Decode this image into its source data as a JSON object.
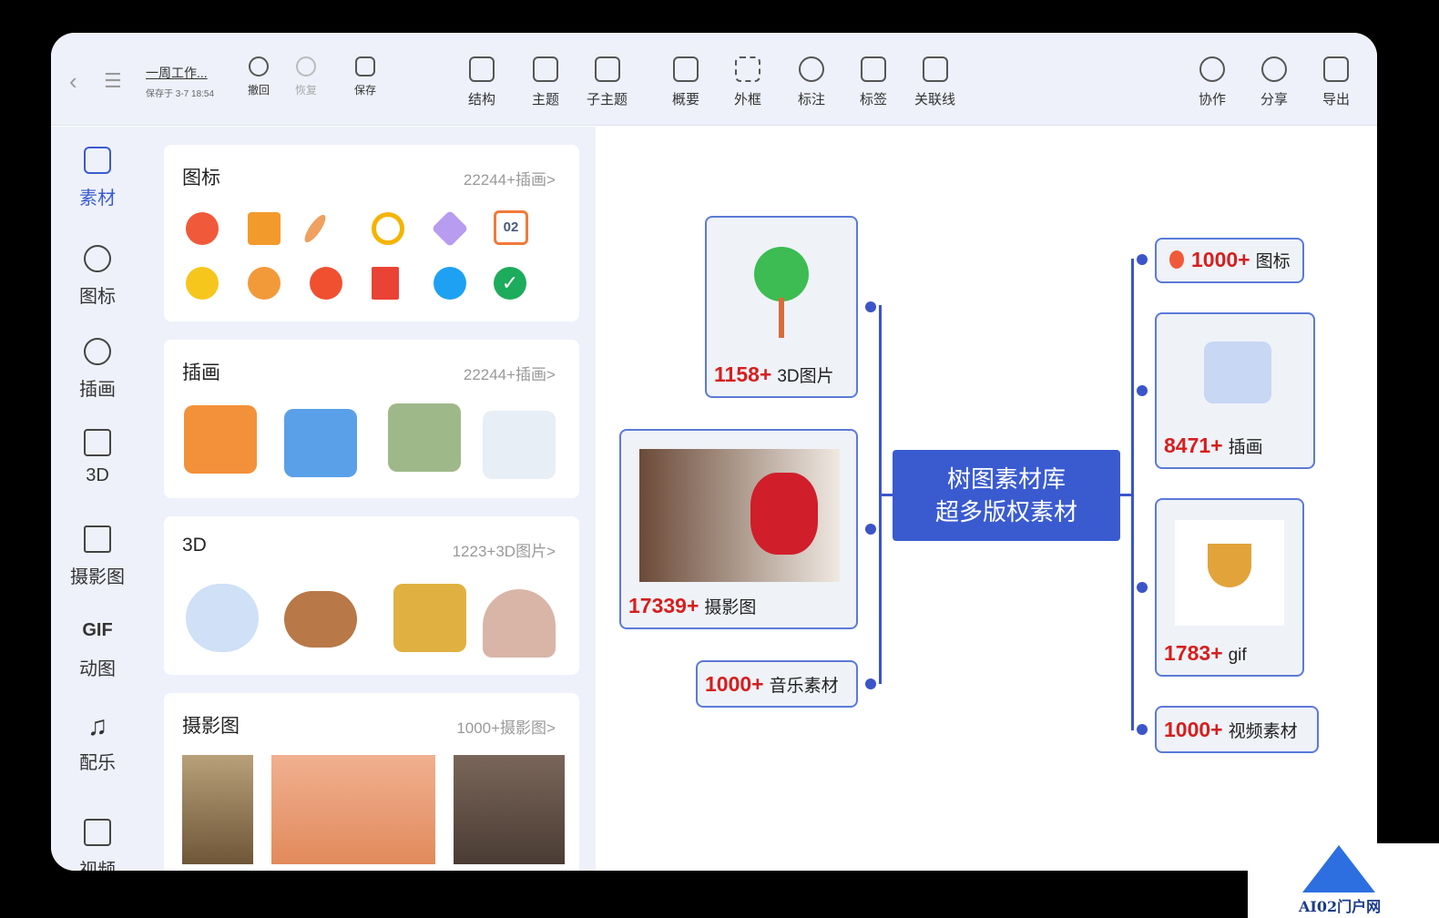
{
  "doc": {
    "title": "一周工作...",
    "saved": "保存于 3-7 18:54"
  },
  "toolbar": {
    "undo": "撤回",
    "redo": "恢复",
    "save": "保存",
    "structure": "结构",
    "topic": "主题",
    "subtopic": "子主题",
    "summary": "概要",
    "frame": "外框",
    "note": "标注",
    "tag": "标签",
    "relation": "关联线",
    "collab": "协作",
    "share": "分享",
    "export": "导出"
  },
  "sidebar": [
    {
      "label": "素材",
      "icon": "shapes-icon",
      "active": true
    },
    {
      "label": "图标",
      "icon": "heart-icon"
    },
    {
      "label": "插画",
      "icon": "palette-icon"
    },
    {
      "label": "3D",
      "icon": "cube-icon"
    },
    {
      "label": "摄影图",
      "icon": "image-icon"
    },
    {
      "label": "动图",
      "icon": "gif-icon",
      "glyph": "GIF"
    },
    {
      "label": "配乐",
      "icon": "music-icon"
    },
    {
      "label": "视频",
      "icon": "video-icon"
    }
  ],
  "cards": {
    "icons": {
      "title": "图标",
      "more": "22244+插画>"
    },
    "illustrations": {
      "title": "插画",
      "more": "22244+插画>"
    },
    "threed": {
      "title": "3D",
      "more": "1223+3D图片>"
    },
    "photos": {
      "title": "摄影图",
      "more": "1000+摄影图>"
    }
  },
  "calendar_day": "02",
  "mindmap": {
    "center_line1": "树图素材库",
    "center_line2": "超多版权素材",
    "left": [
      {
        "count": "1158+",
        "label": "3D图片"
      },
      {
        "count": "17339+",
        "label": "摄影图"
      },
      {
        "count": "1000+",
        "label": "音乐素材"
      }
    ],
    "right": [
      {
        "count": "1000+",
        "label": "图标"
      },
      {
        "count": "8471+",
        "label": "插画"
      },
      {
        "count": "1783+",
        "label": "gif"
      },
      {
        "count": "1000+",
        "label": "视频素材"
      }
    ]
  },
  "watermark": "AI02门户网",
  "colors": {
    "accent": "#3a5bd0",
    "count_red": "#d51f1f",
    "panel_bg": "#eef1fa"
  }
}
